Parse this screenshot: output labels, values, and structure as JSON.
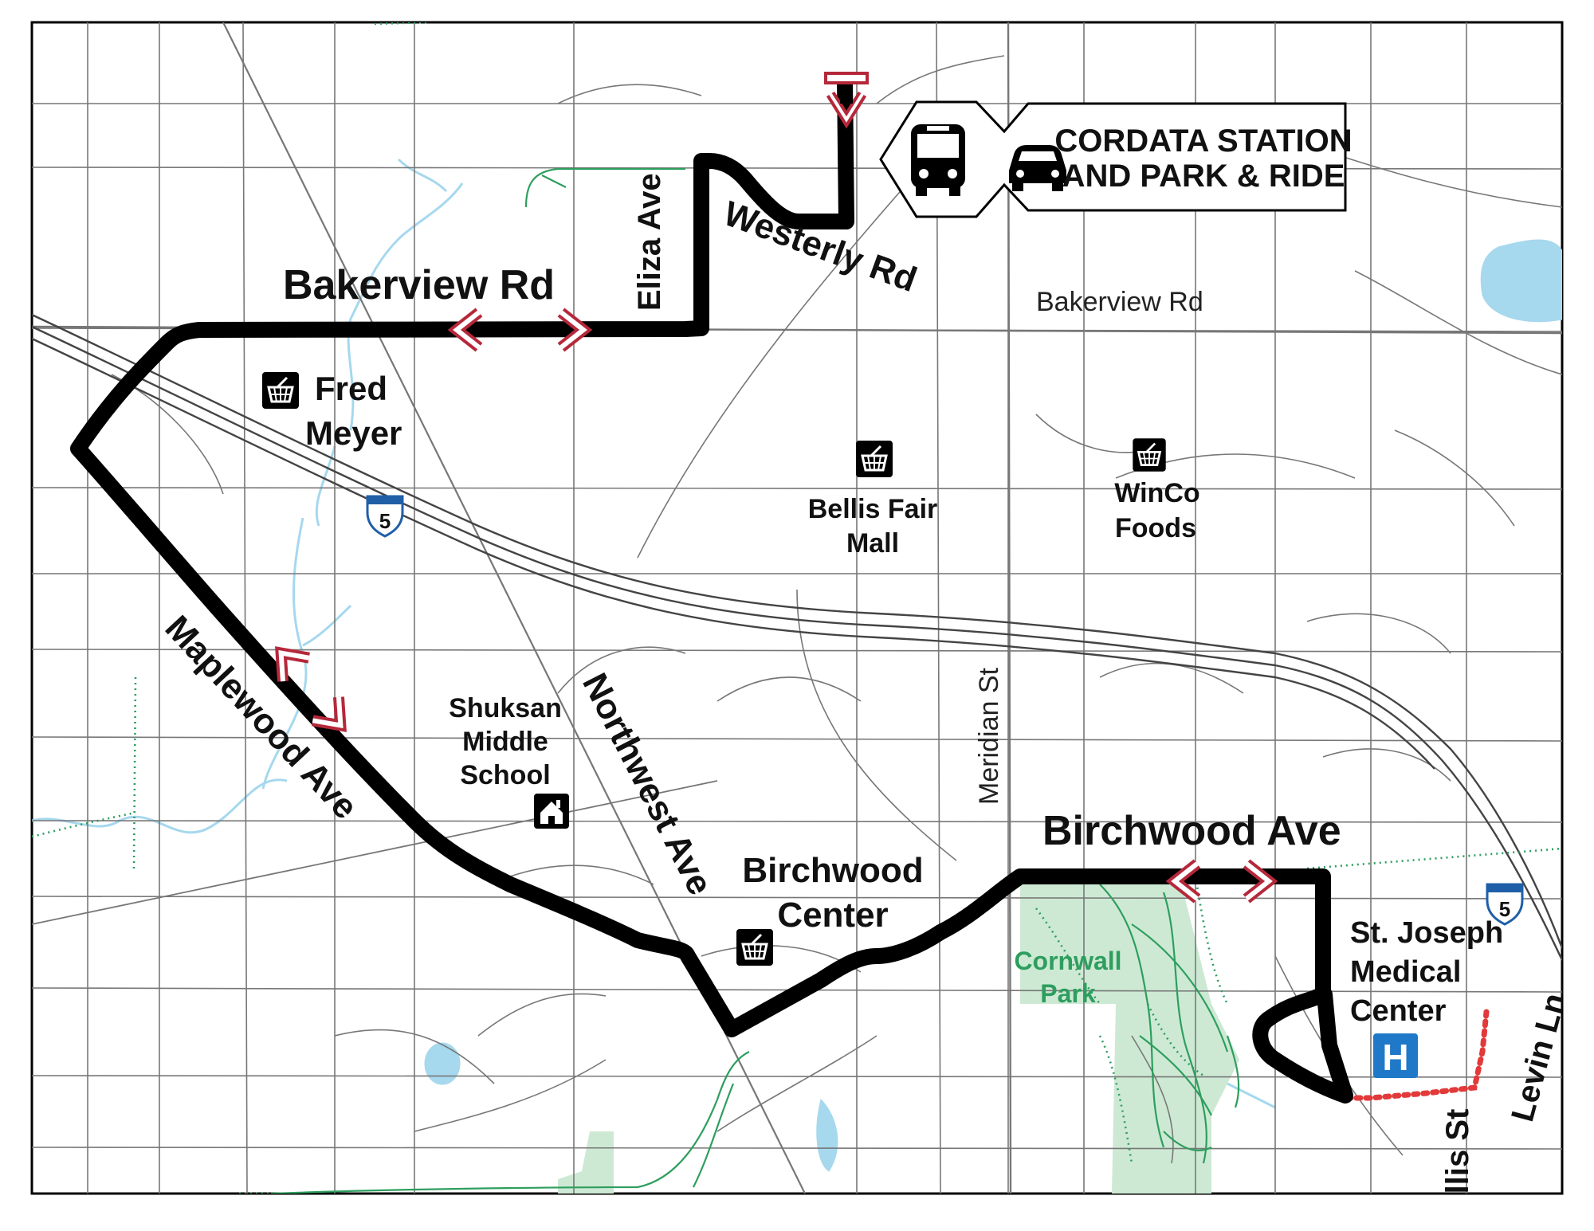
{
  "colors": {
    "route": "#000000",
    "arrow": "#b5283a",
    "street": "#777777",
    "water": "#a6d8ee",
    "trail": "#2e9e5e",
    "park": "#cde9d4",
    "walk": "#e23a3a",
    "hospital": "#1f78c8",
    "interstate": "#1f5fa8"
  },
  "streets": {
    "bakerview_major": "Bakerview Rd",
    "bakerview_minor": "Bakerview Rd",
    "eliza": "Eliza Ave",
    "westerly": "Westerly Rd",
    "maplewood": "Maplewood Ave",
    "northwest": "Northwest Ave",
    "meridian": "Meridian St",
    "birchwood": "Birchwood Ave",
    "ellis": "Ellis St",
    "levin": "Levin Ln"
  },
  "station": {
    "line1": "CORDATA STATION",
    "line2": "AND PARK & RIDE",
    "icons": [
      "bus-icon",
      "car-icon"
    ]
  },
  "places": {
    "fred_meyer": [
      "Fred",
      "Meyer"
    ],
    "bellis_fair": [
      "Bellis Fair",
      "Mall"
    ],
    "winco": [
      "WinCo",
      "Foods"
    ],
    "shuksan": [
      "Shuksan",
      "Middle",
      "School"
    ],
    "birchwood_center": [
      "Birchwood",
      "Center"
    ],
    "st_joseph": [
      "St. Joseph",
      "Medical",
      "Center"
    ],
    "cornwall_park": [
      "Cornwall",
      "Park"
    ]
  },
  "icons": {
    "shopping": "shopping-basket-icon",
    "school": "school-icon",
    "hospital": "hospital-icon",
    "hospital_letter": "H"
  },
  "interstate": {
    "shield_number": "5"
  }
}
